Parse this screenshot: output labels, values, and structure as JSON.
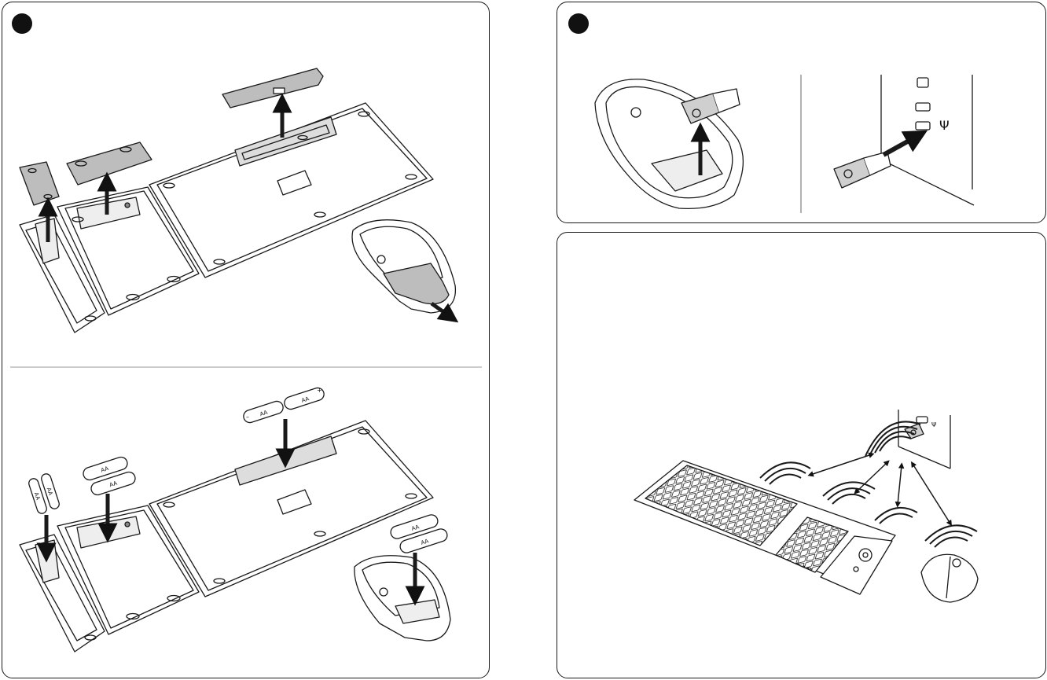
{
  "steps": {
    "step1": {
      "marker": "filled-circle"
    },
    "step2": {
      "marker": "filled-circle"
    }
  },
  "battery_labels": {
    "keyboard_top_a": "AA",
    "keyboard_top_b": "AA",
    "keypad_a": "AA",
    "keypad_b": "AA",
    "remote_a": "AA",
    "remote_b": "AA",
    "mouse_a": "AA",
    "mouse_b": "AA",
    "plus": "+",
    "minus": "–"
  },
  "icons": {
    "usb_symbol": "Ψ",
    "usb_symbol_small": "Ψ"
  },
  "colors": {
    "line": "#1a1a1a",
    "cover_fill": "#bdbdbd",
    "receiver_fill": "#cfcfcf"
  }
}
